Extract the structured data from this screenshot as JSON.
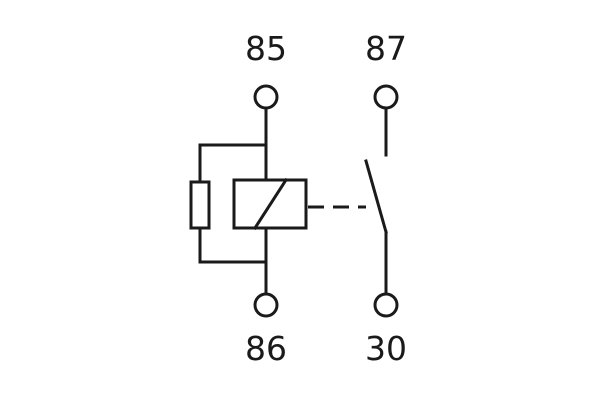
{
  "diagram": {
    "terminals": {
      "t85": "85",
      "t86": "86",
      "t87": "87",
      "t30": "30"
    }
  }
}
